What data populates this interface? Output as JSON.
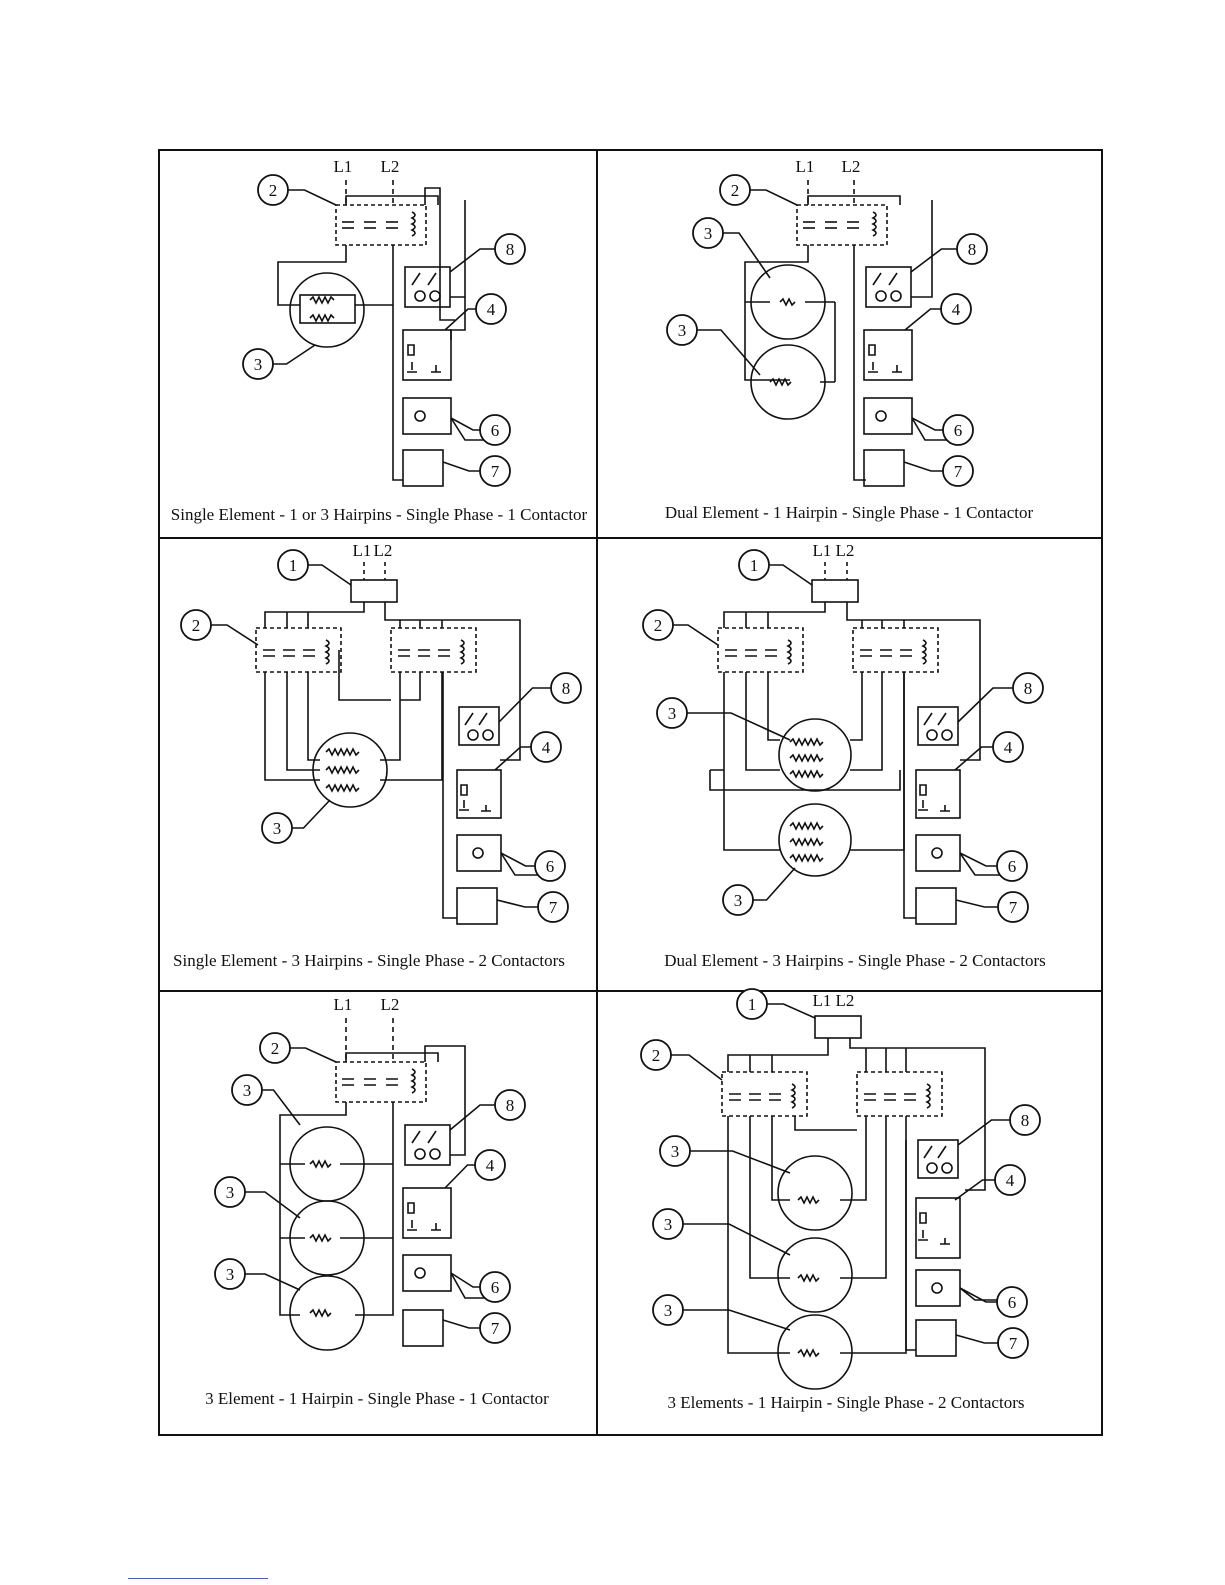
{
  "panels": [
    {
      "caption": "Single Element - 1 or 3 Hairpins - Single Phase - 1 Contactor",
      "lines": [
        "L1",
        "L2"
      ],
      "callouts": [
        "2",
        "8",
        "4",
        "3",
        "6",
        "7"
      ]
    },
    {
      "caption": "Dual Element - 1 Hairpin - Single Phase - 1 Contactor",
      "lines": [
        "L1",
        "L2"
      ],
      "callouts": [
        "2",
        "3",
        "8",
        "4",
        "3",
        "6",
        "7"
      ]
    },
    {
      "caption": "Single Element - 3 Hairpins - Single Phase - 2 Contactors",
      "lines": [
        "L1",
        "L2"
      ],
      "callouts": [
        "1",
        "2",
        "8",
        "4",
        "3",
        "6",
        "7"
      ]
    },
    {
      "caption": "Dual Element - 3 Hairpins - Single Phase - 2 Contactors",
      "lines": [
        "L1",
        "L2"
      ],
      "callouts": [
        "1",
        "2",
        "8",
        "3",
        "4",
        "6",
        "3",
        "7"
      ]
    },
    {
      "caption": "3 Element - 1 Hairpin - Single Phase - 1 Contactor",
      "lines": [
        "L1",
        "L2"
      ],
      "callouts": [
        "2",
        "3",
        "8",
        "4",
        "3",
        "3",
        "6",
        "7"
      ]
    },
    {
      "caption": "3 Elements - 1 Hairpin - Single Phase - 2 Contactors",
      "lines": [
        "L1",
        "L2"
      ],
      "callouts": [
        "1",
        "2",
        "8",
        "3",
        "4",
        "3",
        "6",
        "3",
        "7"
      ]
    }
  ]
}
